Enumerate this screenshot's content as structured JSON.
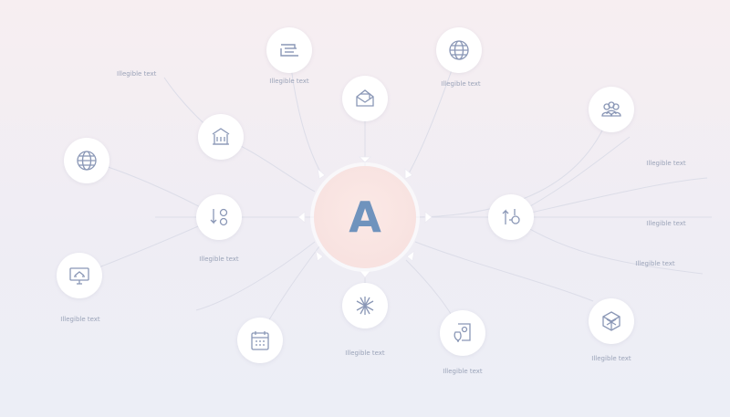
{
  "diagram": {
    "hub_letter": "A",
    "captions": {
      "top_left": "Illegible text",
      "top_mid_left": "Illegible text",
      "top_mid": "Illegible text",
      "right_upper": "Illegible text",
      "right_mid": "Illegible text",
      "right_lower": "Illegible text",
      "left_mid": "Illegible text",
      "left_lower": "Illegible text",
      "bottom_mid": "Illegible text",
      "bottom_right_mid": "Illegible text",
      "bottom_right": "Illegible text"
    },
    "colors": {
      "icon_stroke": "#8a97b6",
      "hub_letter": "#6f93bd",
      "connector": "#dcdde8"
    }
  }
}
